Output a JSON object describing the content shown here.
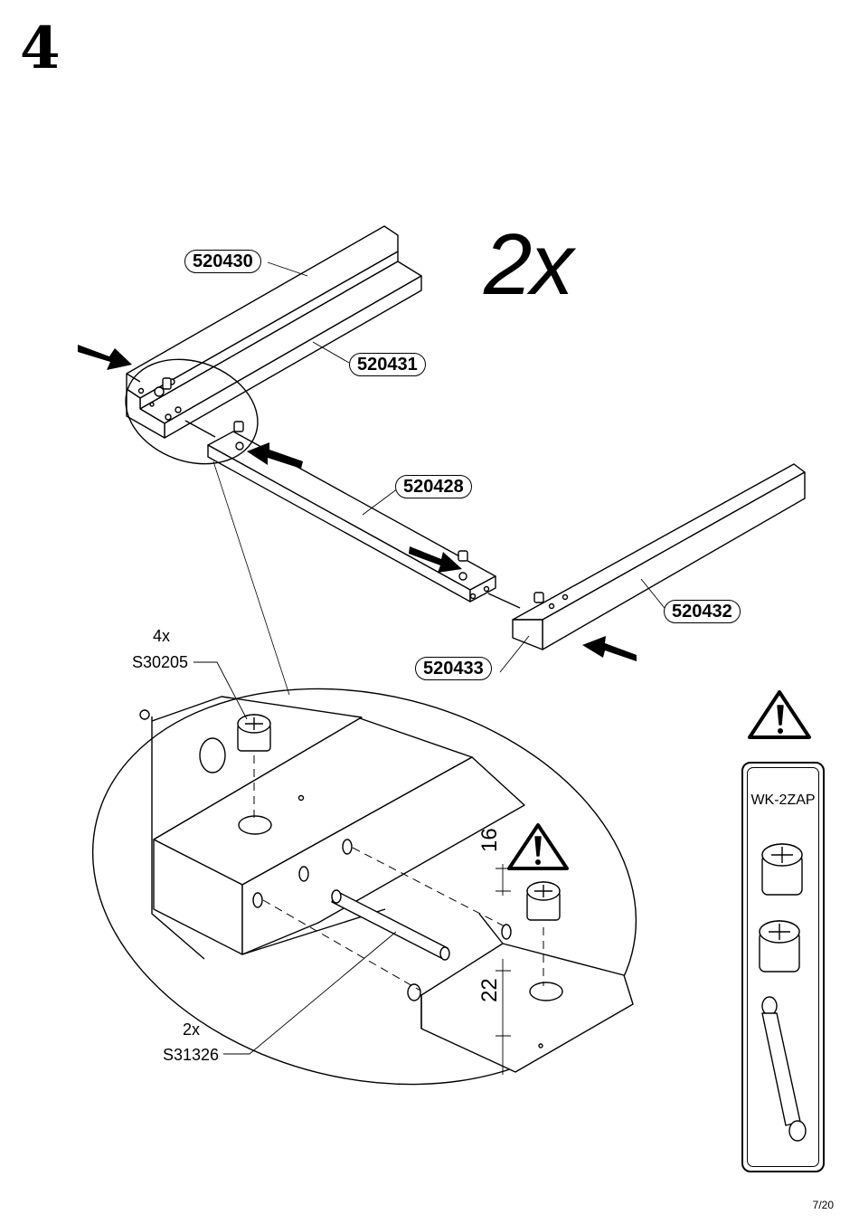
{
  "step": {
    "number": "4",
    "multiplier": "2x"
  },
  "parts": {
    "p520430": "520430",
    "p520431": "520431",
    "p520428": "520428",
    "p520432": "520432",
    "p520433": "520433"
  },
  "hardware": {
    "cam": {
      "qty": "4x",
      "code": "S30205"
    },
    "dowel": {
      "qty": "2x",
      "code": "S31326"
    }
  },
  "dimensions": {
    "d16": "16",
    "d22": "22"
  },
  "tool": {
    "code": "WK-2ZAP"
  },
  "page": {
    "number": "7/20"
  },
  "icons": [
    "warning-icon",
    "arrow-icon",
    "cam-lock-icon",
    "dowel-icon"
  ]
}
